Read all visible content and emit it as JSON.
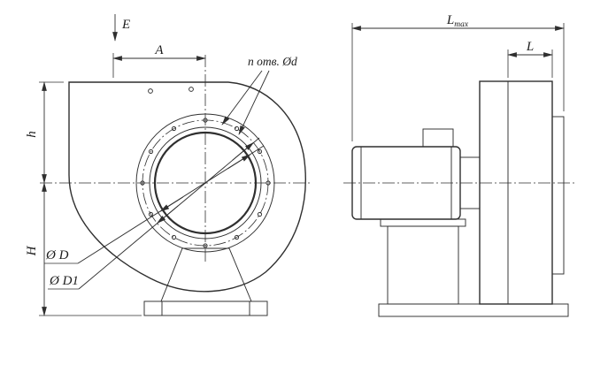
{
  "page": {
    "background": "#ffffff",
    "line_color": "#2f2f2f"
  },
  "front_view": {
    "label_e": "E",
    "label_a": "A",
    "label_h": "h",
    "label_cap_h": "H",
    "label_dia_d": "Ø D",
    "label_dia_d1": "Ø D1",
    "label_holes": "n отв. Ød"
  },
  "side_view": {
    "label_l_max_base": "L",
    "label_l_max_sub": "max",
    "label_l": "L"
  }
}
